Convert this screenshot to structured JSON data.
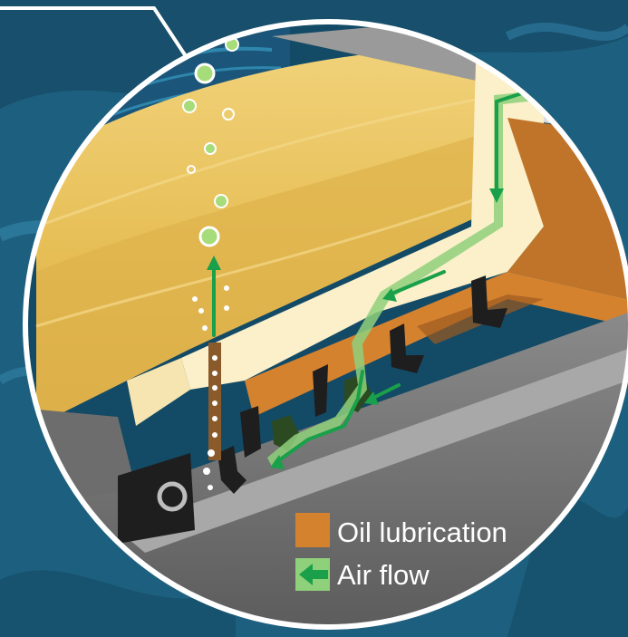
{
  "legend": {
    "items": [
      {
        "label": "Oil lubrication",
        "swatch": "oil-swatch",
        "color": "#d5822f"
      },
      {
        "label": "Air flow",
        "swatch": "arrow-left-icon",
        "color": "#8fd07b",
        "arrow_color": "#1aa04a"
      }
    ]
  },
  "colors": {
    "background": "#1d5f7e",
    "wave_light": "#2c7fa3",
    "wave_dark": "#12425c",
    "ring": "#ffffff",
    "housing_light": "#fbf0c9",
    "housing_gold": "#e9c15b",
    "housing_shadow": "#c99a38",
    "shaft_gray": "#7b7b7b",
    "shaft_dark": "#545454",
    "oil_orange": "#d5822f",
    "oil_dark": "#9c5a1f",
    "air_green": "#1aa04a",
    "air_light": "#8fd07b",
    "seal_black": "#1e1e1e",
    "bubble_light": "#a6dc7a"
  }
}
